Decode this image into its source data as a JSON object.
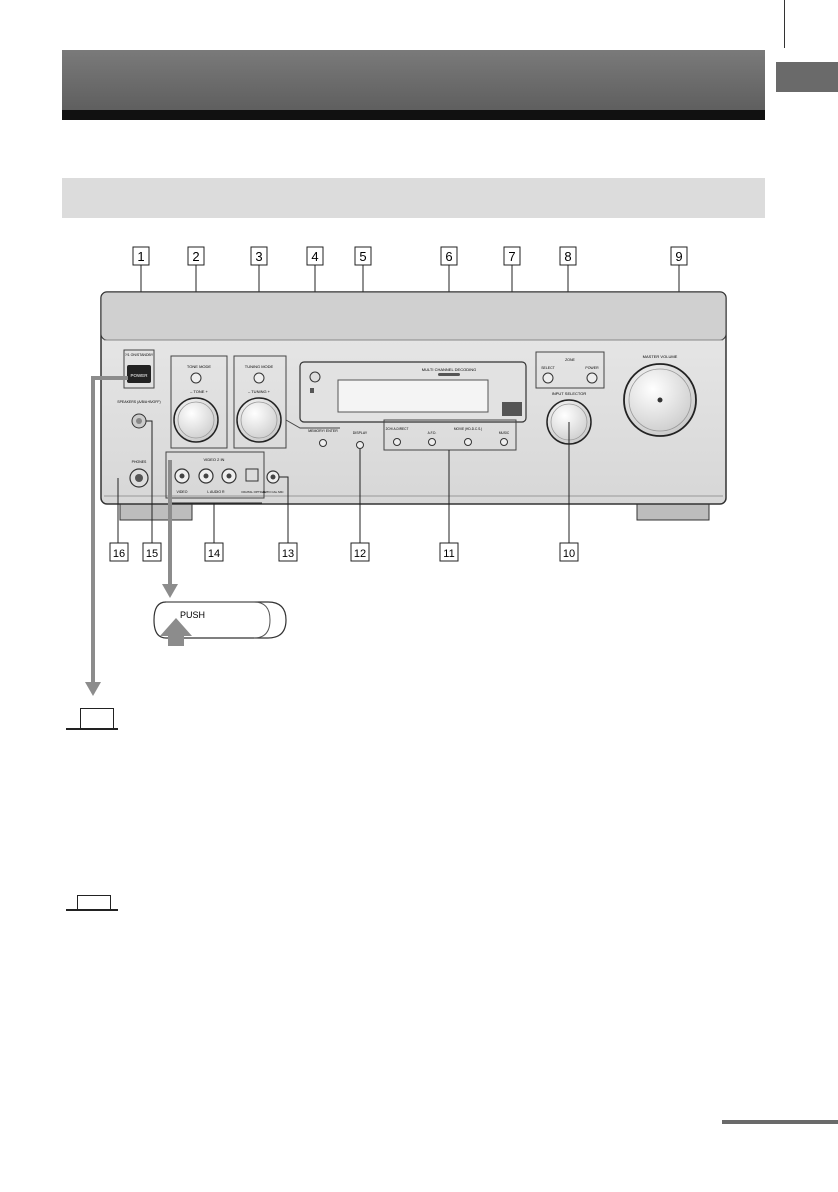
{
  "panel": {
    "callouts_top": [
      "1",
      "2",
      "3",
      "4",
      "5",
      "6",
      "7",
      "8",
      "9"
    ],
    "callouts_bottom": [
      "16",
      "15",
      "14",
      "13",
      "12",
      "11",
      "10"
    ],
    "labels": {
      "power_group": "?/1 ON/STANDBY",
      "power_button": "POWER",
      "speakers": "SPEAKERS (A/B/A+B/OFF)",
      "phones": "PHONES",
      "tone_mode": "TONE MODE",
      "tone": "– TONE +",
      "tuning_mode": "TUNING MODE",
      "tuning": "– TUNING +",
      "memory_enter": "MEMORY/ ENTER",
      "multi_channel": "MULTI CHANNEL DECODING",
      "display": "DISPLAY",
      "two_ch": "2CH/ A.DIRECT",
      "afd": "A.F.D.",
      "movie": "MOVIE (HD-D.C.S.)",
      "music": "MUSIC",
      "zone": "ZONE",
      "select": "SELECT",
      "zone_power": "POWER",
      "input_selector": "INPUT SELECTOR",
      "master_volume": "MASTER VOLUME",
      "video2_in": "VIDEO 2 IN",
      "video": "VIDEO",
      "audio_lr": "L   AUDIO   R",
      "digital_optical": "DIGITAL OPTICAL",
      "auto_cal_mic": "AUTO CAL MIC",
      "push": "PUSH"
    }
  }
}
